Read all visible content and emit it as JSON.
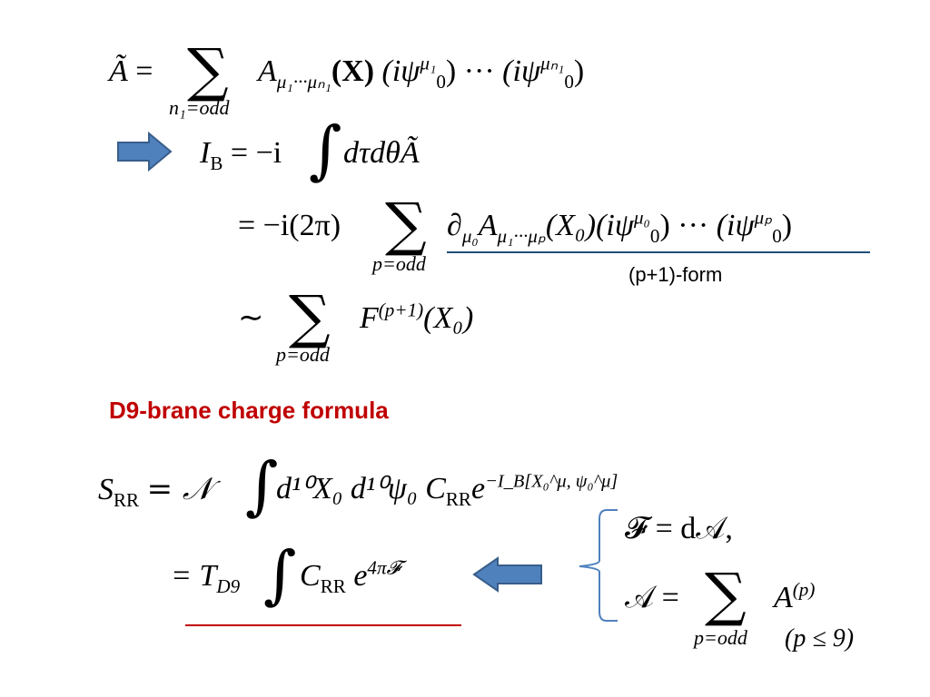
{
  "colors": {
    "accent_red": "#c00000",
    "arrow_fill": "#4f81bd",
    "arrow_stroke": "#385d8a",
    "underline_blue": "#1f4e79",
    "brace_blue": "#4f81bd"
  },
  "eq1": {
    "lhs": "Ã",
    "eq": "=",
    "sum_sub": "n₁=odd",
    "term": "A",
    "term_sub": "μ₁···μₙ₁",
    "arg": "(X)",
    "factor1_open": "(iψ",
    "factor1_sub": "0",
    "factor1_sup": "μ₁",
    "dots": "···",
    "factor2_sup": "μₙ₁",
    "close": ")"
  },
  "eq2": {
    "lhs": "I",
    "lhs_sub": "B",
    "rhs": "= −i",
    "integrand": "dτdθÃ"
  },
  "eq3": {
    "prefix": "= −i(2π)",
    "sum_sub": "p=odd",
    "partial": "∂",
    "partial_sub": "μ₀",
    "term": "A",
    "term_sub": "μ₁···μₚ",
    "arg": "(X₀)",
    "factor1_sup": "μ₀",
    "factor2_sup": "μₚ",
    "annotation": "(p+1)-form"
  },
  "eq4": {
    "prefix": "∼",
    "sum_sub": "p=odd",
    "term": "F",
    "term_sup": "(p+1)",
    "arg": "(X₀)"
  },
  "section": {
    "title": "D9-brane charge formula"
  },
  "eq5": {
    "lhs": "S",
    "lhs_sub": "RR",
    "eq": "= 𝒩",
    "measure": "d¹⁰X₀ d¹⁰ψ₀",
    "c_rr": "C",
    "c_rr_sub": "RR",
    "exp_base": "e",
    "exponent": "−I_B[X₀^μ, ψ₀^μ]"
  },
  "eq6": {
    "prefix": "= T",
    "prefix_sub": "D9",
    "c_rr": "C",
    "c_rr_sub": "RR",
    "exp_base": "e",
    "exponent": "4π𝓕"
  },
  "brace": {
    "line1": "𝓕 = d𝒜,",
    "line2_lhs": "𝒜 =",
    "line2_sum_sub": "p=odd",
    "line2_term": "A",
    "line2_sup": "(p)",
    "line2_cond": "(p ≤ 9)"
  }
}
